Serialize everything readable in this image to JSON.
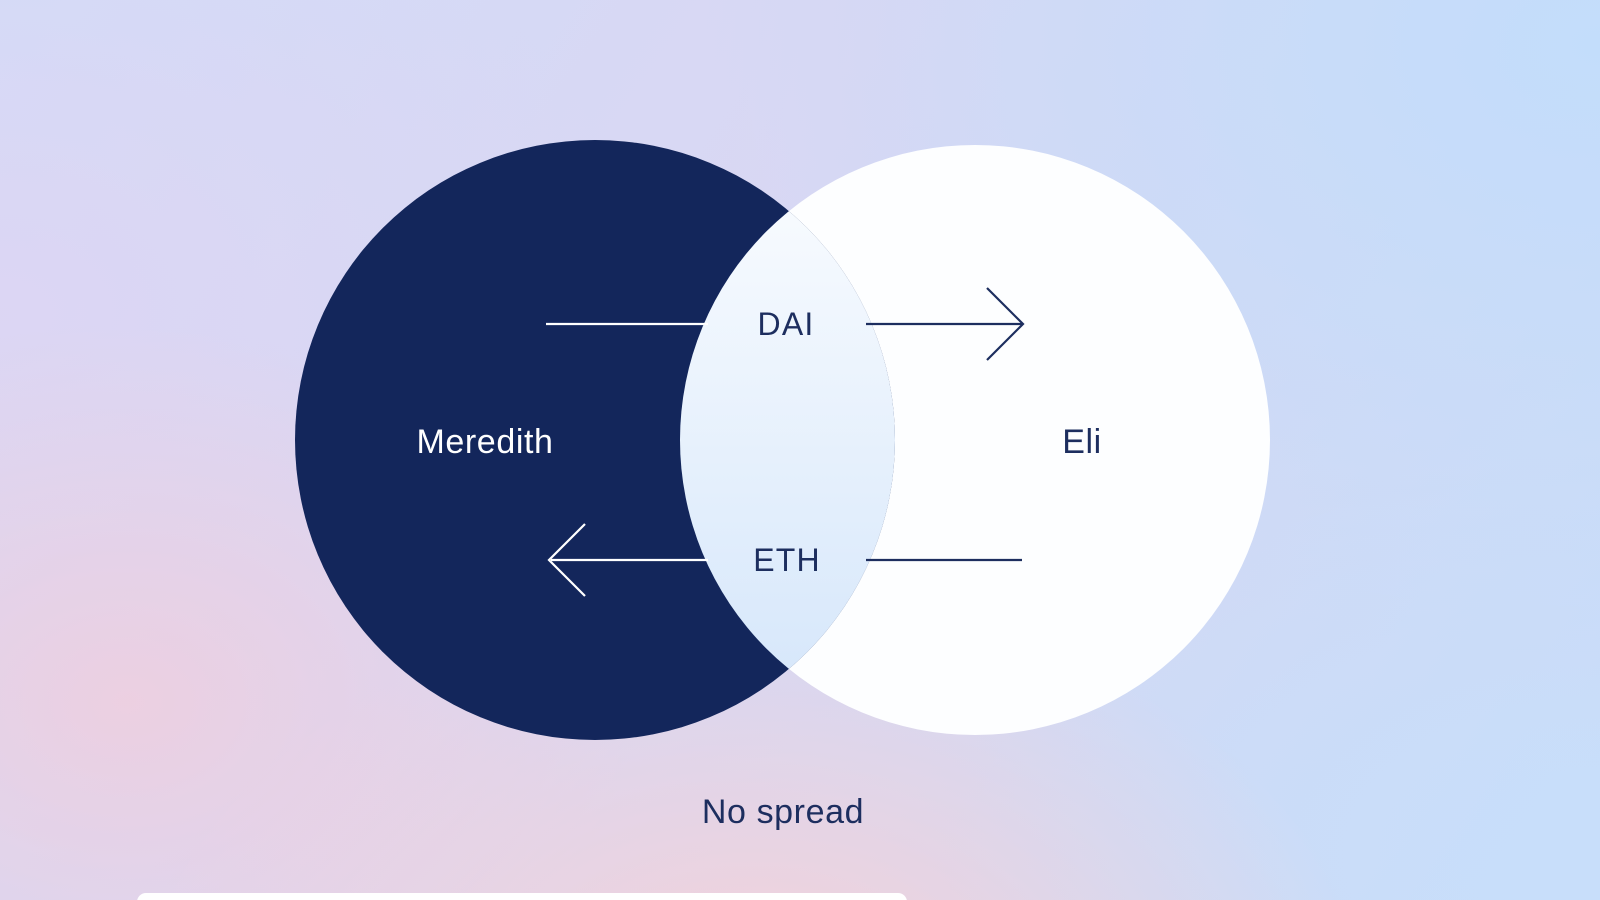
{
  "diagram": {
    "left_circle": {
      "label": "Meredith"
    },
    "right_circle": {
      "label": "Eli"
    },
    "flows": [
      {
        "token": "DAI",
        "direction": "left-to-right"
      },
      {
        "token": "ETH",
        "direction": "right-to-left"
      }
    ],
    "caption": "No spread"
  },
  "colors": {
    "circle_navy": "#13265b",
    "circle_white": "#fdfeff",
    "text_navy": "#1d2e5f",
    "text_white": "#ffffff",
    "overlap_top": "#fbfdff",
    "overlap_bottom": "#d3e5fa",
    "bottom_strip": "#ffffff"
  }
}
